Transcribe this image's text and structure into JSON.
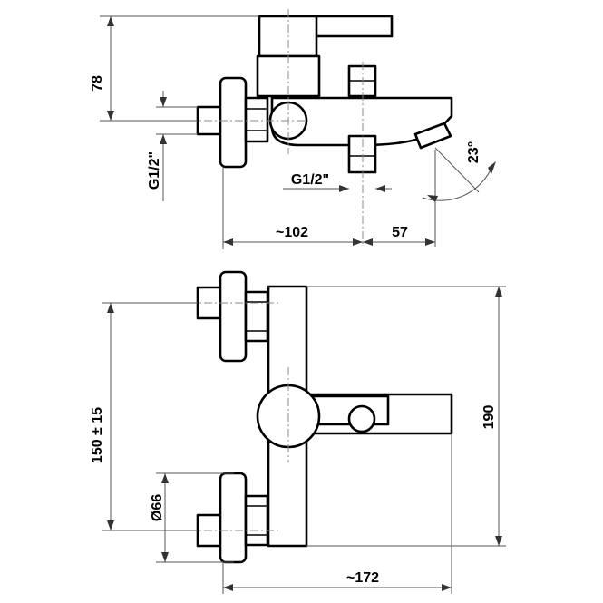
{
  "dimensions": {
    "height_78": "78",
    "thread_side_inlet": "G1/2\"",
    "thread_bottom_outlet": "G1/2\"",
    "angle_spout": "23°",
    "depth_102": "~102",
    "offset_57": "57",
    "centre_distance": "150 ± 15",
    "flange_diameter": "Ø66",
    "width_172": "~172",
    "height_190": "190"
  }
}
